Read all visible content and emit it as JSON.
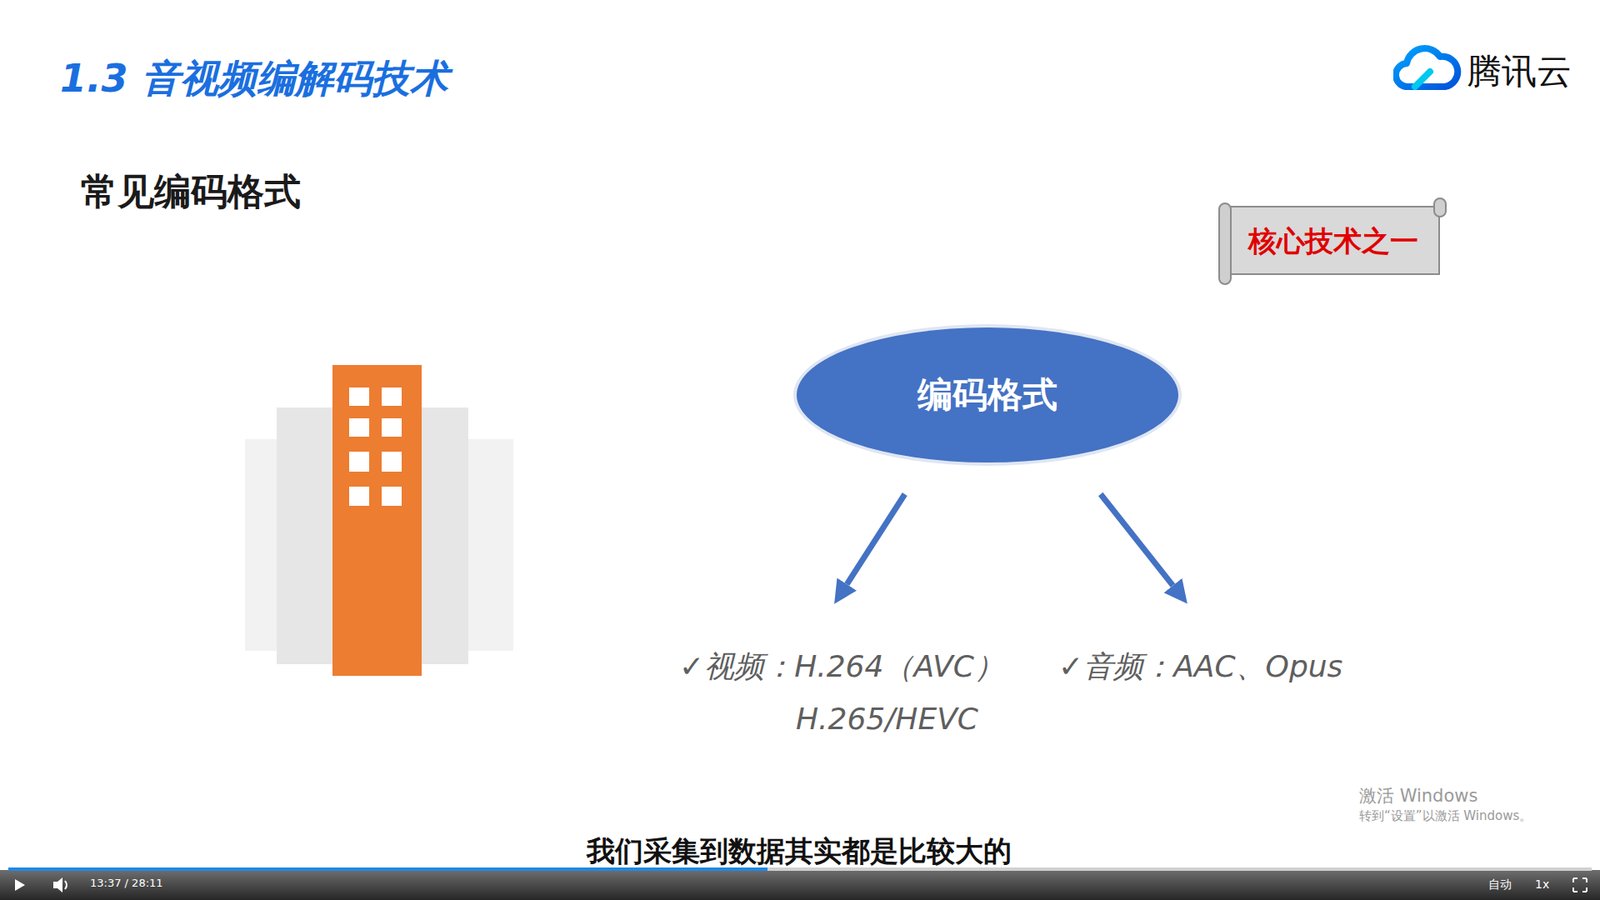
{
  "diagram": {
    "title": "1.3 音视频编解码技术",
    "nodes": [
      {
        "text": [
          "核心技术之一"
        ]
      },
      {
        "text": [
          "编码格式"
        ]
      },
      {
        "text": [
          "✓视频：H.264（AVC）",
          "H.265/HEVC"
        ]
      },
      {
        "text": [
          "✓音频：AAC、Opus"
        ]
      }
    ],
    "edges": [
      {
        "from": 1,
        "to": 2,
        "arrow": "to"
      },
      {
        "from": 1,
        "to": 3,
        "arrow": "to"
      }
    ],
    "labels": [
      "腾讯云",
      "常见编码格式",
      "激活 Windows",
      "转到“设置”以激活 Windows。",
      "我们采集到数据其实都是比较大的",
      "13:37 / 28:11",
      "自动",
      "1x"
    ]
  }
}
